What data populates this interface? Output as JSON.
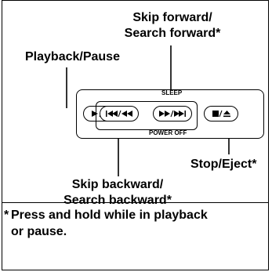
{
  "labels": {
    "skip_forward_line1": "Skip forward/",
    "skip_forward_line2": "Search forward*",
    "playback_pause": "Playback/Pause",
    "stop_eject": "Stop/Eject*",
    "skip_backward_line1": "Skip backward/",
    "skip_backward_line2": "Search backward*"
  },
  "panel": {
    "top_text": "SLEEP",
    "bottom_text": "POWER OFF"
  },
  "footnote": {
    "marker": "*",
    "line1": "Press and hold while in playback",
    "line2": "or pause."
  }
}
